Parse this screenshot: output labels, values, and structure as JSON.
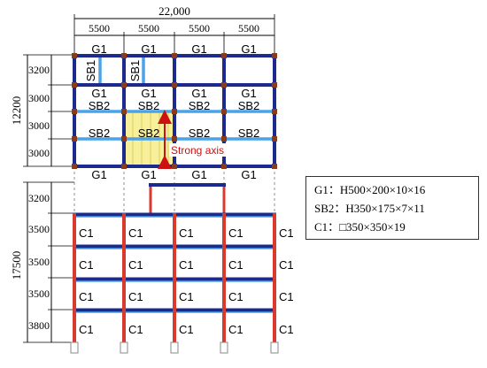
{
  "top_dims": {
    "total": "22,000",
    "bays": [
      "5500",
      "5500",
      "5500",
      "5500"
    ]
  },
  "left_dims": {
    "upper_total": "12200",
    "upper_rows": [
      "3200",
      "3000",
      "3000",
      "3000"
    ],
    "lower_total": "17500",
    "lower_rows": [
      "3200",
      "3500",
      "3500",
      "3500",
      "3800"
    ]
  },
  "plan_labels": {
    "g1": "G1",
    "sb1": "SB1",
    "sb2": "SB2",
    "c1": "C1",
    "strong_axis": "Strong axis"
  },
  "legend": [
    {
      "key": "G1",
      "sep": "：",
      "value": "H500×200×10×16"
    },
    {
      "key": "SB2",
      "sep": "：",
      "value": "H350×175×7×11"
    },
    {
      "key": "C1",
      "sep": "：",
      "value": "□350×350×19"
    }
  ],
  "colors": {
    "girder": "#1b2a8c",
    "sub_beam": "#4aa3e8",
    "column": "#d83a2e",
    "highlight": "#f7ef9a",
    "arrow": "#cc1111",
    "node": "#8b3a1a"
  }
}
